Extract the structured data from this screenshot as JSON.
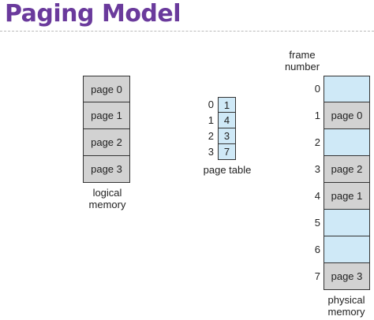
{
  "title": "Paging Model",
  "logical_memory": {
    "pages": [
      "page 0",
      "page 1",
      "page 2",
      "page 3"
    ],
    "caption_line1": "logical",
    "caption_line2": "memory"
  },
  "page_table": {
    "indices": [
      "0",
      "1",
      "2",
      "3"
    ],
    "frames": [
      "1",
      "4",
      "3",
      "7"
    ],
    "caption": "page table"
  },
  "physical_memory": {
    "frame_header_line1": "frame",
    "frame_header_line2": "number",
    "frame_numbers": [
      "0",
      "1",
      "2",
      "3",
      "4",
      "5",
      "6",
      "7"
    ],
    "frames": [
      "",
      "page 0",
      "",
      "page 2",
      "page 1",
      "",
      "",
      "page 3"
    ],
    "caption_line1": "physical",
    "caption_line2": "memory"
  },
  "colors": {
    "title": "#6a3a9c",
    "page_fill": "#d2d2d2",
    "frame_fill": "#cfe9f7",
    "border": "#333333"
  }
}
